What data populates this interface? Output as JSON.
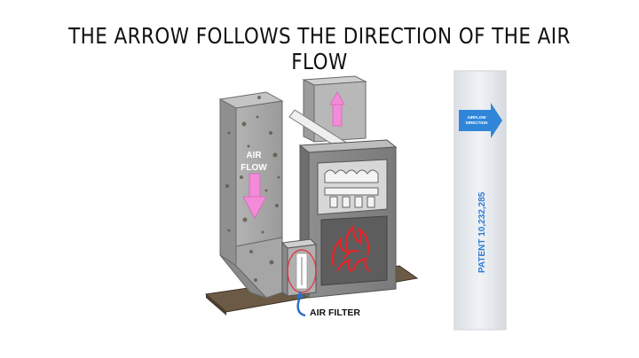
{
  "title": "THE ARROW FOLLOWS THE DIRECTION OF THE AIR FLOW",
  "labels": {
    "air_flow_line1": "AIR",
    "air_flow_line2": "FLOW",
    "air_filter": "AIR FILTER"
  },
  "filter_strip": {
    "arrow_text_line1": "AIRFLOW",
    "arrow_text_line2": "DIRECTION",
    "patent": "PATENT 10,232,285"
  },
  "colors": {
    "flow_arrow": "#f48ad8",
    "direction_arrow": "#2f86d9",
    "flame": "#e8242a",
    "duct": "#a9a9a9",
    "base": "#6b5a45"
  }
}
